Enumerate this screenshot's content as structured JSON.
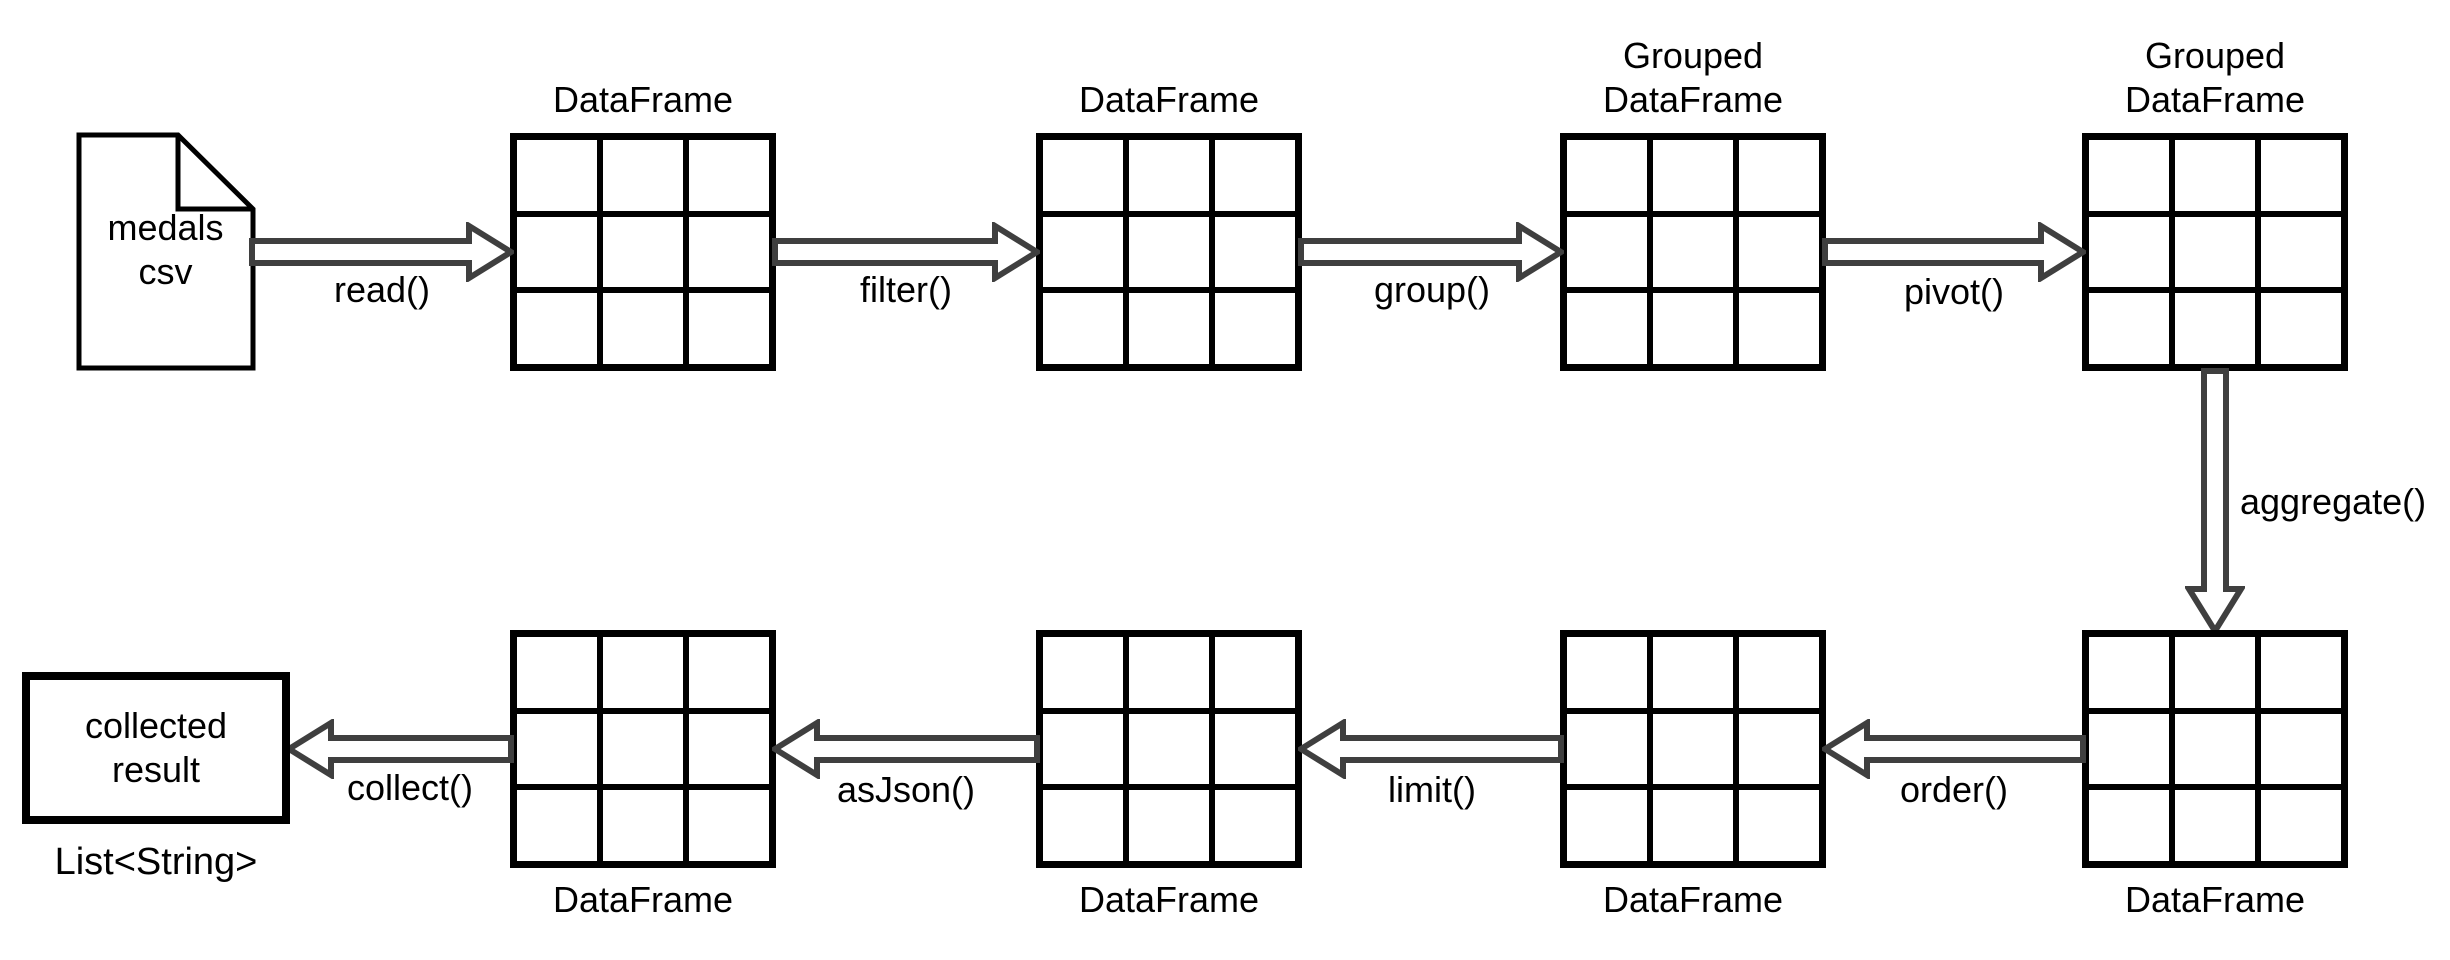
{
  "diagram": {
    "source_file": {
      "name_line1": "medals",
      "name_line2": "csv"
    },
    "result": {
      "label_line1": "collected",
      "label_line2": "result",
      "type": "List<String>"
    },
    "grids": {
      "top1": {
        "label": "DataFrame"
      },
      "top2": {
        "label": "DataFrame"
      },
      "top3": {
        "label_line1": "Grouped",
        "label_line2": "DataFrame"
      },
      "top4": {
        "label_line1": "Grouped",
        "label_line2": "DataFrame"
      },
      "bottom1": {
        "label": "DataFrame"
      },
      "bottom2": {
        "label": "DataFrame"
      },
      "bottom3": {
        "label": "DataFrame"
      },
      "bottom4": {
        "label": "DataFrame"
      }
    },
    "operations": {
      "read": "read()",
      "filter": "filter()",
      "group": "group()",
      "pivot": "pivot()",
      "aggregate": "aggregate()",
      "order": "order()",
      "limit": "limit()",
      "as_json": "asJson()",
      "collect": "collect()"
    },
    "colors": {
      "background": "#ffffff",
      "grid_line": "#000000",
      "arrow": "#3f3f3f",
      "text": "#000000"
    }
  }
}
